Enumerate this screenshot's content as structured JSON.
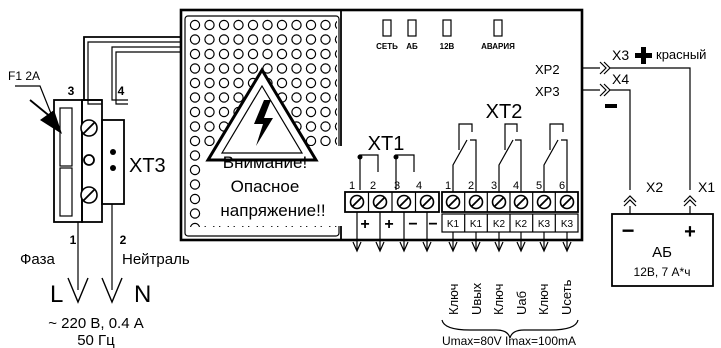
{
  "device": {
    "indicators": [
      "СЕТЬ",
      "АБ",
      "12В",
      "АВАРИЯ"
    ],
    "warning_lines": [
      "Внимание!",
      "Опасное",
      "напряжение!!"
    ]
  },
  "mains": {
    "fuse_label": "F1  2A",
    "block_label": "XT3",
    "pin_labels": [
      "3",
      "4",
      "1",
      "2"
    ],
    "phase_label": "Фаза",
    "neutral_label": "Нейтраль",
    "L": "L",
    "N": "N",
    "spec_line1": "~ 220 В, 0.4 А",
    "spec_line2": "50 Гц"
  },
  "xt1": {
    "label": "XT1",
    "pins": [
      "1",
      "2",
      "3",
      "4"
    ],
    "signs": [
      "+",
      "+",
      "−",
      "−"
    ]
  },
  "xt2": {
    "label": "XT2",
    "pins": [
      "1",
      "2",
      "3",
      "4",
      "5",
      "6"
    ],
    "contacts": [
      "K1",
      "K1",
      "K2",
      "K2",
      "K3",
      "K3"
    ],
    "outputs": [
      "Ключ",
      "Uвых",
      "Ключ",
      "Uаб",
      "Ключ",
      "Uсеть"
    ],
    "limits": "Umax=80V  Imax=100mA"
  },
  "battery": {
    "xp2": "XP2",
    "xp3": "XP3",
    "x3": "X3",
    "x4": "X4",
    "red": "красный",
    "x1": "X1",
    "x2": "X2",
    "minus": "−",
    "plus": "+",
    "name": "АБ",
    "spec": "12В, 7 А*ч"
  }
}
